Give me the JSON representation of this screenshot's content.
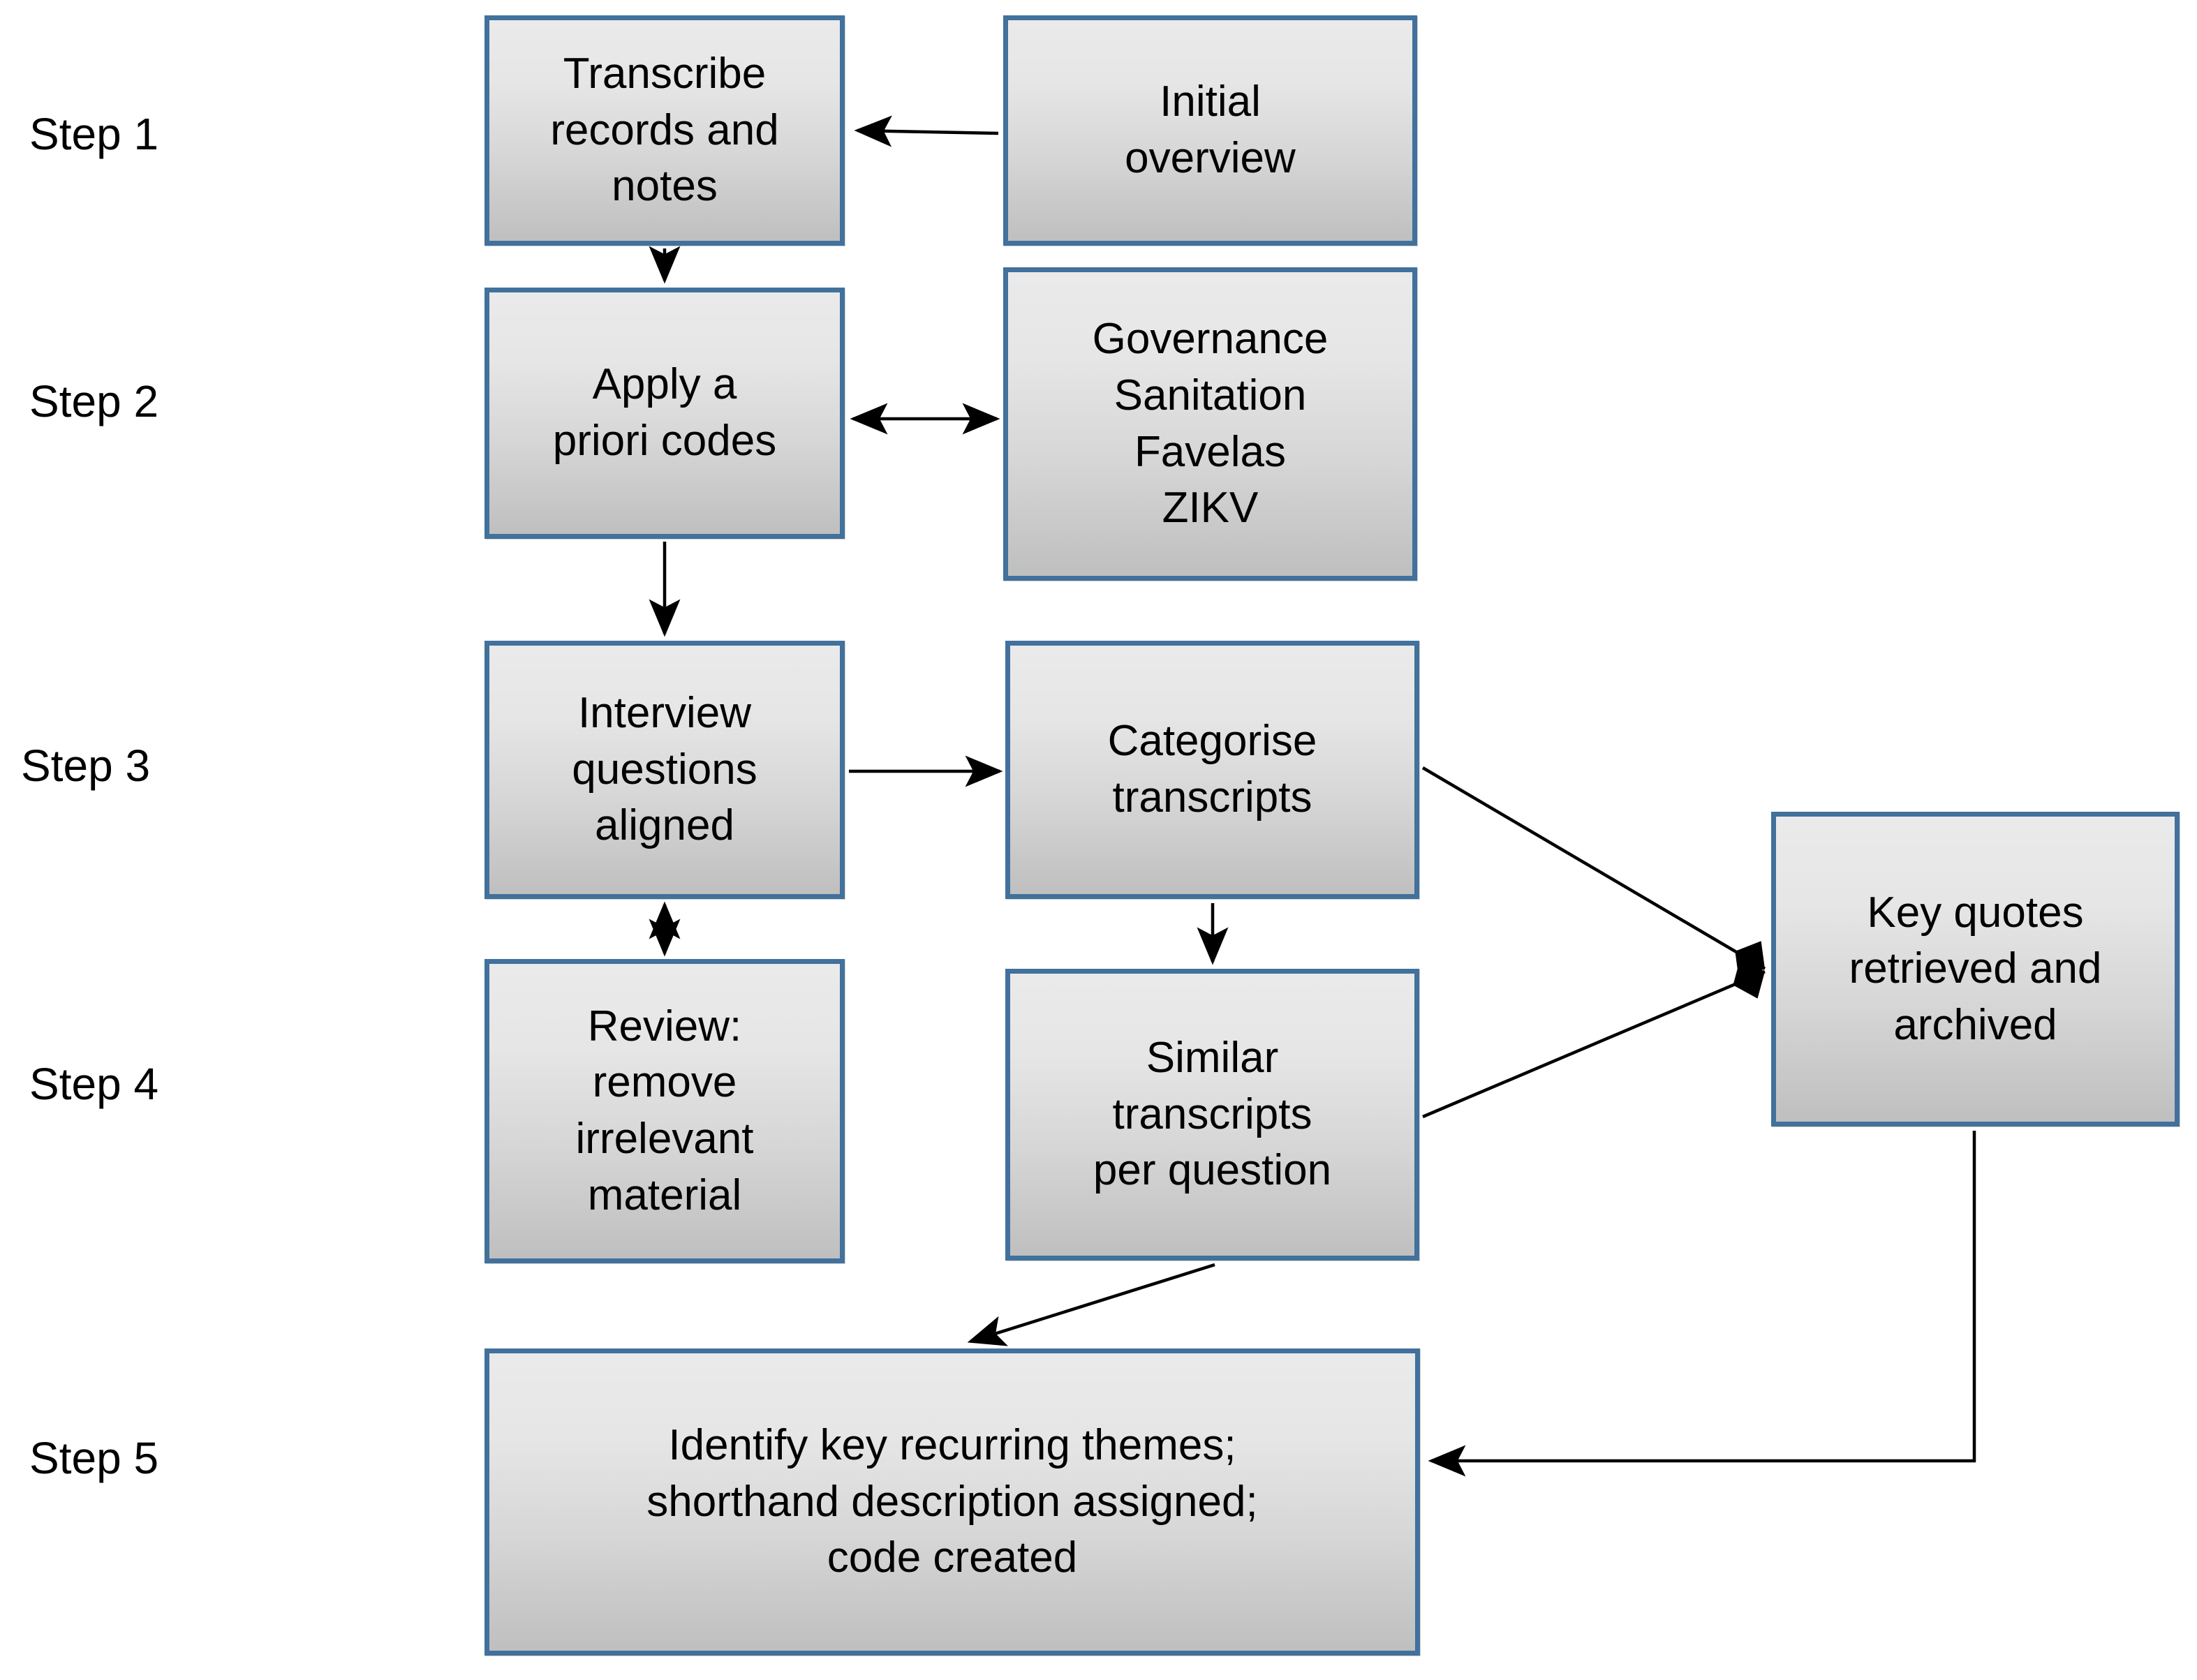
{
  "diagram": {
    "title": "Qualitative data analysis step flowchart",
    "accent_border_color": "#41719C",
    "fill_top_color": "#EAEAEA",
    "fill_bottom_color": "#BFBFBF",
    "connector_color": "#000000",
    "background_color": "#FFFFFF"
  },
  "steps": [
    {
      "label": "Step 1"
    },
    {
      "label": "Step 2"
    },
    {
      "label": "Step 3"
    },
    {
      "label": "Step 4"
    },
    {
      "label": "Step 5"
    }
  ],
  "nodes": [
    {
      "id": "transcribe",
      "text": "Transcribe\nrecords and\nnotes"
    },
    {
      "id": "initial-overview",
      "text": "Initial\noverview"
    },
    {
      "id": "apply-codes",
      "text": "Apply a\npriori codes"
    },
    {
      "id": "code-list",
      "text": "Governance\nSanitation\nFavelas\nZIKV"
    },
    {
      "id": "interview-questions",
      "text": "Interview\nquestions\naligned"
    },
    {
      "id": "categorise",
      "text": "Categorise\ntranscripts"
    },
    {
      "id": "review",
      "text": "Review:\nremove\nirrelevant\nmaterial"
    },
    {
      "id": "similar-transcripts",
      "text": "Similar\ntranscripts\nper question"
    },
    {
      "id": "key-quotes",
      "text": "Key quotes\nretrieved and\narchived"
    },
    {
      "id": "identify-themes",
      "text": "Identify key recurring themes;\nshorthand description assigned;\ncode created"
    }
  ],
  "connectors": [
    {
      "from": "initial-overview",
      "to": "transcribe",
      "style": "arrow"
    },
    {
      "from": "transcribe",
      "to": "apply-codes",
      "style": "arrow"
    },
    {
      "from": "apply-codes",
      "to": "code-list",
      "style": "double-arrow"
    },
    {
      "from": "apply-codes",
      "to": "interview-questions",
      "style": "arrow"
    },
    {
      "from": "interview-questions",
      "to": "categorise",
      "style": "arrow"
    },
    {
      "from": "interview-questions",
      "to": "review",
      "style": "double-arrow"
    },
    {
      "from": "categorise",
      "to": "similar-transcripts",
      "style": "arrow"
    },
    {
      "from": "categorise",
      "to": "key-quotes",
      "style": "diamond-arrow"
    },
    {
      "from": "similar-transcripts",
      "to": "key-quotes",
      "style": "diamond-arrow"
    },
    {
      "from": "similar-transcripts",
      "to": "identify-themes",
      "style": "arrow"
    },
    {
      "from": "key-quotes",
      "to": "identify-themes",
      "style": "arrow"
    }
  ]
}
